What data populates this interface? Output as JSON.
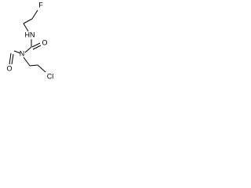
{
  "molecule": {
    "atoms": {
      "fluorine": "F",
      "amide_nitrogen": "HN",
      "carbonyl_oxygen": "O",
      "nitroso_nitrogen": "N",
      "nitroso_oxygen": "O",
      "chlorine": "Cl"
    },
    "colors": {
      "ink": "#000000",
      "background": "#ffffff"
    }
  }
}
